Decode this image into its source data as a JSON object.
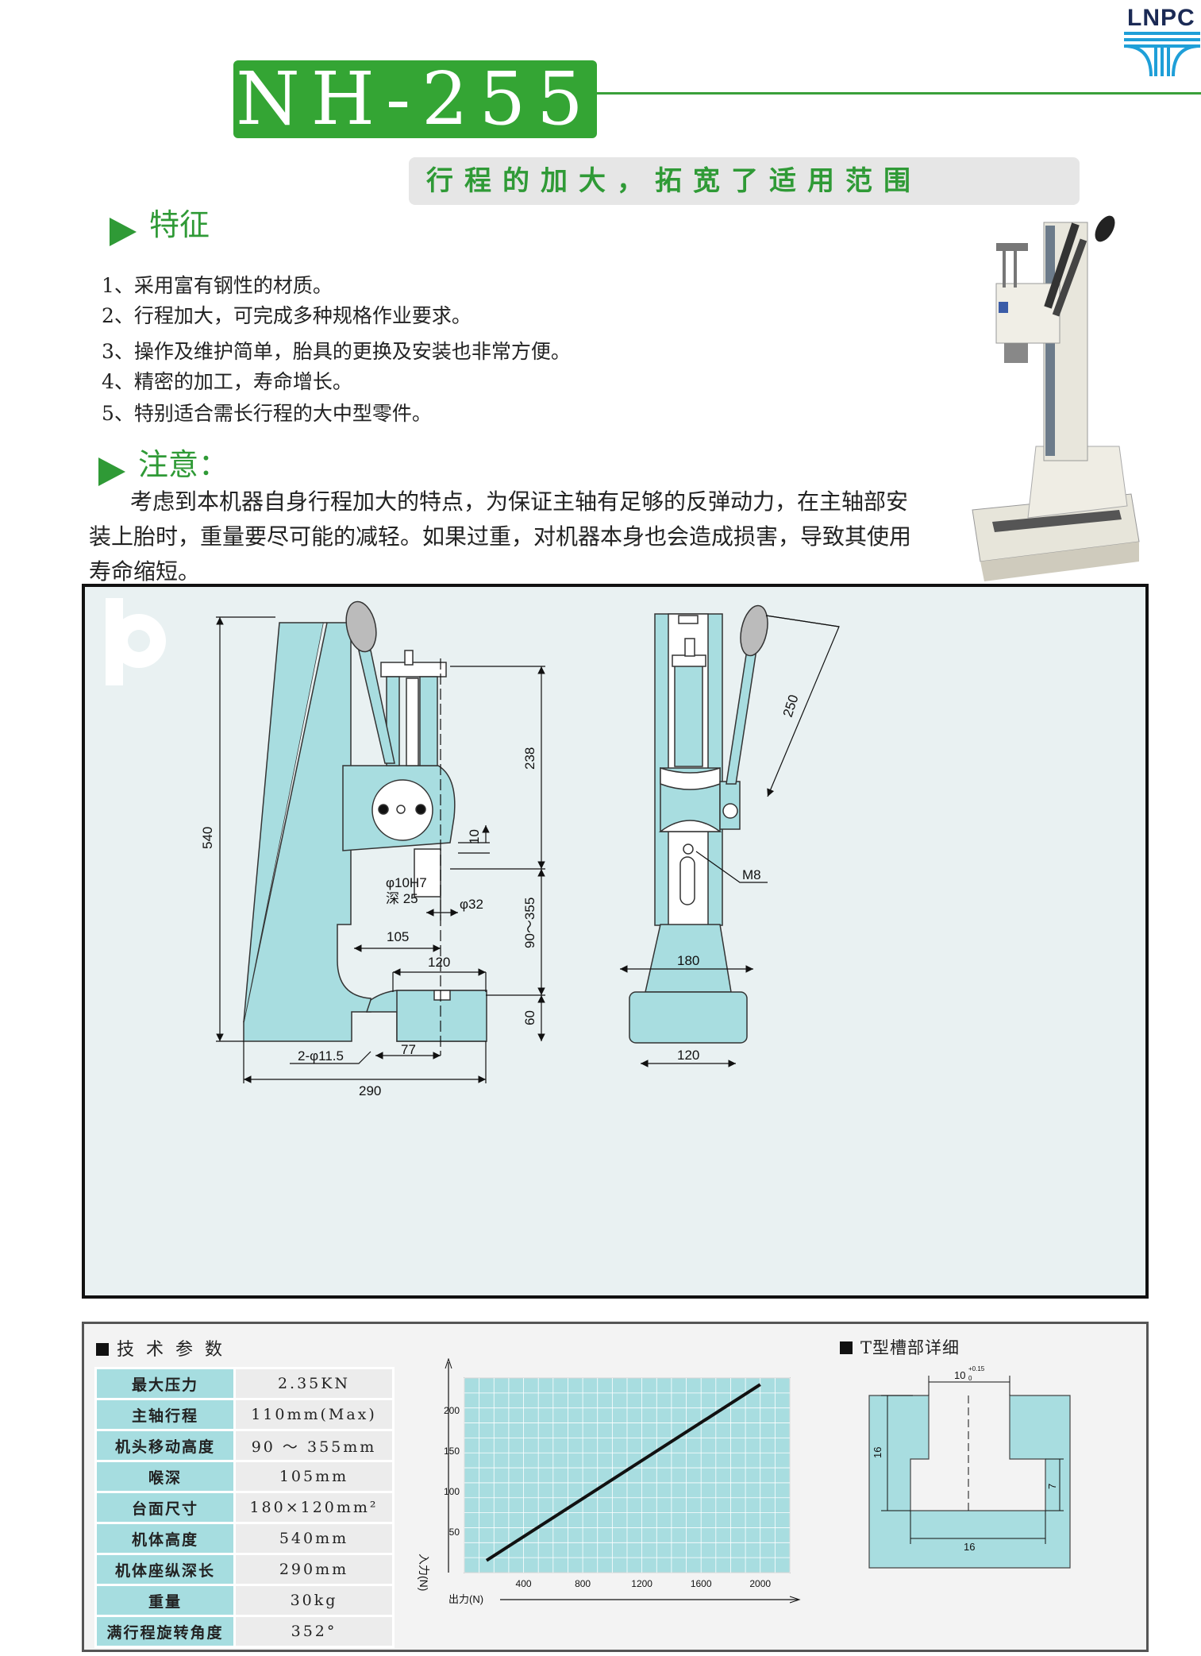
{
  "brand": "LNPC",
  "model": "NH-255",
  "slogan": "行程的加大，拓宽了适用范围",
  "features": {
    "title": "特征",
    "items": [
      "1、采用富有钢性的材质。",
      "2、行程加大，可完成多种规格作业要求。",
      "3、操作及维护简单，胎具的更换及安装也非常方便。",
      "4、精密的加工，寿命增长。",
      "5、特别适合需长行程的大中型零件。"
    ]
  },
  "notice": {
    "title": "注意：",
    "lines": [
      "考虑到本机器自身行程加大的特点，为保证主轴有足够的反弹动力，在主轴部安",
      "装上胎时，重量要尽可能的减轻。如果过重，对机器本身也会造成损害，导致其使用",
      "寿命缩短。"
    ]
  },
  "drawing": {
    "dims": {
      "height_total": "540",
      "stroke_238": "238",
      "range": "90～355",
      "base_h": "60",
      "throat": "105",
      "table_w": "120",
      "hole": "φ10H7",
      "depth": "深 25",
      "shaft": "φ32",
      "ten": "10",
      "holes": "2-φ11.5",
      "d77": "77",
      "d290": "290",
      "d250": "250",
      "m8": "M8",
      "d180": "180",
      "d120b": "120"
    }
  },
  "specs": {
    "title": "技 术 参 数",
    "rows": [
      {
        "k": "最大压力",
        "v": "2.35KN"
      },
      {
        "k": "主轴行程",
        "v": "110mm(Max)"
      },
      {
        "k": "机头移动高度",
        "v": "90 ～ 355mm"
      },
      {
        "k": "喉深",
        "v": "105mm"
      },
      {
        "k": "台面尺寸",
        "v": "180×120mm²"
      },
      {
        "k": "机体高度",
        "v": "540mm"
      },
      {
        "k": "机体座纵深长",
        "v": "290mm"
      },
      {
        "k": "重量",
        "v": "30kg"
      },
      {
        "k": "满行程旋转角度",
        "v": "352°"
      }
    ]
  },
  "chart_data": {
    "type": "line",
    "xlabel": "出力(N)",
    "ylabel": "入力(N)",
    "x_ticks": [
      400,
      800,
      1200,
      1600,
      2000
    ],
    "y_ticks": [
      50,
      100,
      150,
      200
    ],
    "xlim": [
      0,
      2200
    ],
    "ylim": [
      0,
      240
    ],
    "x": [
      150,
      2000
    ],
    "y": [
      15,
      232
    ],
    "grid": true
  },
  "tslot": {
    "title": "T型槽部详细",
    "top": "10",
    "tol": "+0.15",
    "tol2": "0",
    "h16": "16",
    "h7": "7",
    "w16": "16"
  }
}
